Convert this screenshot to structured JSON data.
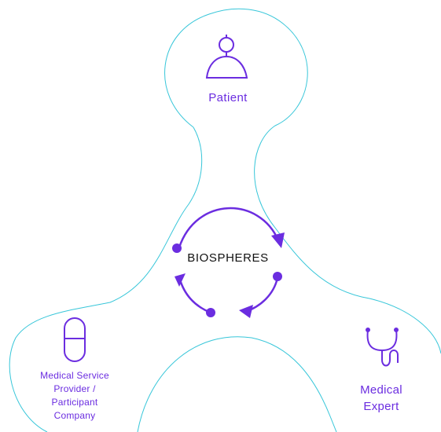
{
  "colors": {
    "outline": "#37c6d9",
    "accent": "#6b2de0",
    "text": "#111111"
  },
  "diagram": {
    "center": {
      "label": "BIOSPHERES"
    },
    "nodes": [
      {
        "id": "patient",
        "icon": "person-icon",
        "lines": [
          "Patient"
        ]
      },
      {
        "id": "provider",
        "icon": "pill-capsule-icon",
        "lines": [
          "Medical Service",
          "Provider /",
          "Participant",
          "Company"
        ]
      },
      {
        "id": "expert",
        "icon": "stethoscope-icon",
        "lines": [
          "Medical",
          "Expert"
        ]
      }
    ]
  }
}
